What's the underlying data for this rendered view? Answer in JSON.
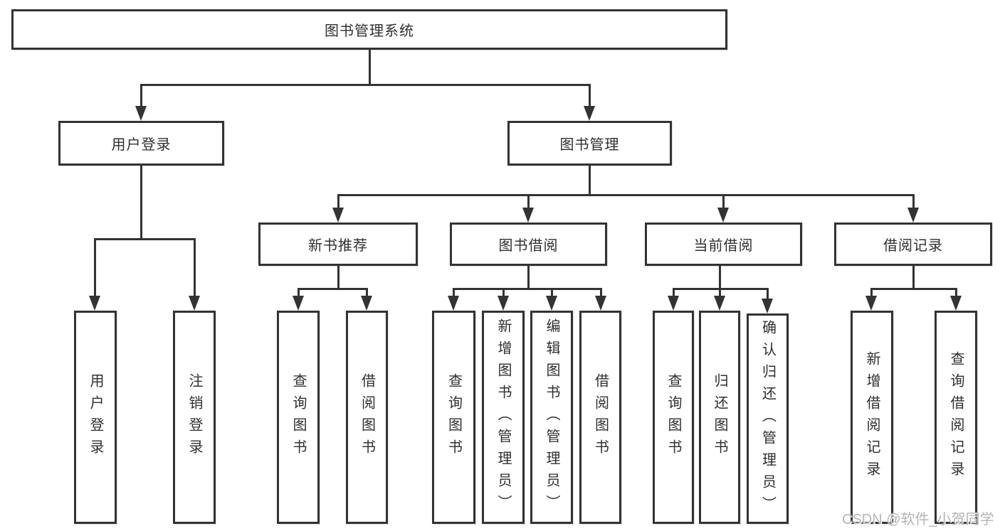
{
  "diagram": {
    "root_label": "图书管理系统",
    "user_login": {
      "label": "用户登录",
      "children": [
        {
          "label": "用户登录"
        },
        {
          "label": "注销登录"
        }
      ]
    },
    "book_mgmt": {
      "label": "图书管理",
      "sections": [
        {
          "label": "新书推荐",
          "children": [
            {
              "label": "查询图书"
            },
            {
              "label": "借阅图书"
            }
          ]
        },
        {
          "label": "图书借阅",
          "children": [
            {
              "label": "查询图书"
            },
            {
              "label": "新增图书（管理员）"
            },
            {
              "label": "编辑图书（管理员）"
            },
            {
              "label": "借阅图书"
            }
          ]
        },
        {
          "label": "当前借阅",
          "children": [
            {
              "label": "查询图书"
            },
            {
              "label": "归还图书"
            },
            {
              "label": "确认归还（管理员）"
            }
          ]
        },
        {
          "label": "借阅记录",
          "children": [
            {
              "label": "新增借阅记录"
            },
            {
              "label": "查询借阅记录"
            }
          ]
        }
      ]
    }
  },
  "watermark": {
    "text": "CSDN @软件_小贺同学",
    "color": "#b5b5b5"
  },
  "colors": {
    "line": "#333333",
    "text": "#2f2f2f",
    "background": "#ffffff"
  }
}
